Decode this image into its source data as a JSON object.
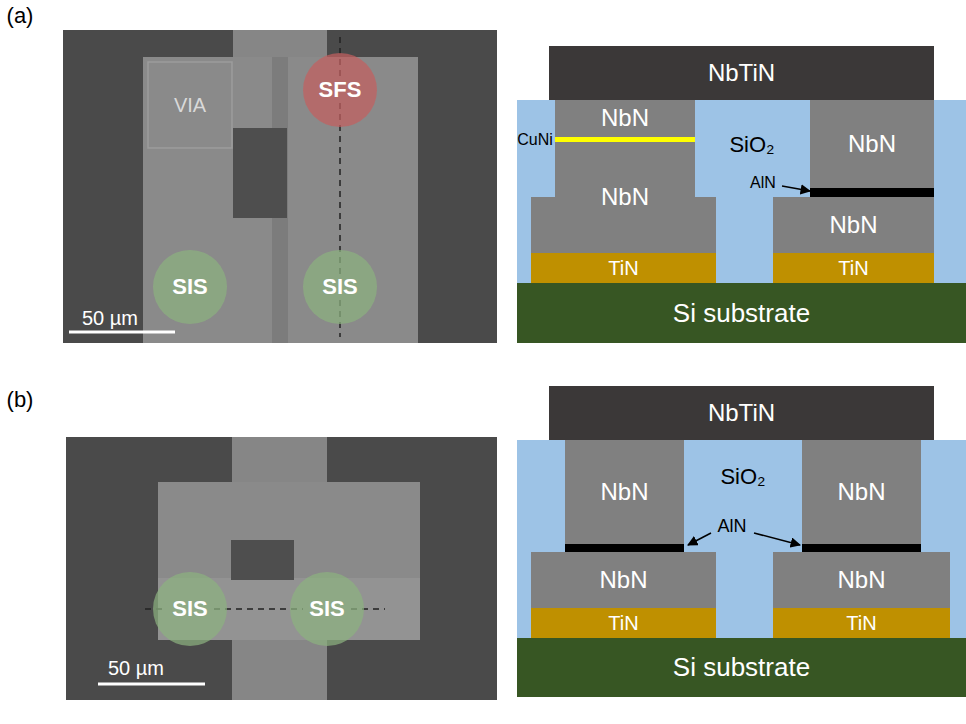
{
  "diagram": {
    "nodes": [
      {
        "text": [
          "SFS"
        ]
      },
      {
        "text": [
          "SIS"
        ]
      },
      {
        "text": [
          "SIS"
        ]
      },
      {
        "text": [
          "NbTiN"
        ]
      },
      {
        "text": [
          "NbN"
        ]
      },
      {
        "text": [
          "NbN"
        ]
      },
      {
        "text": [
          "NbN"
        ]
      },
      {
        "text": [
          "NbN"
        ]
      },
      {
        "text": [
          "TiN"
        ]
      },
      {
        "text": [
          "TiN"
        ]
      },
      {
        "text": [
          "Si substrate"
        ]
      },
      {
        "text": [
          "SIS"
        ]
      },
      {
        "text": [
          "SIS"
        ]
      },
      {
        "text": [
          "NbTiN"
        ]
      },
      {
        "text": [
          "NbN"
        ]
      },
      {
        "text": [
          "NbN"
        ]
      },
      {
        "text": [
          "NbN"
        ]
      },
      {
        "text": [
          "NbN"
        ]
      },
      {
        "text": [
          "TiN"
        ]
      },
      {
        "text": [
          "TiN"
        ]
      },
      {
        "text": [
          "Si substrate"
        ]
      }
    ],
    "labels": [
      "(a)",
      "VIA",
      "50 µm",
      "CuNi",
      "SiO₂",
      "AlN",
      "(b)",
      "50 µm",
      "SiO₂",
      "AlN"
    ]
  }
}
